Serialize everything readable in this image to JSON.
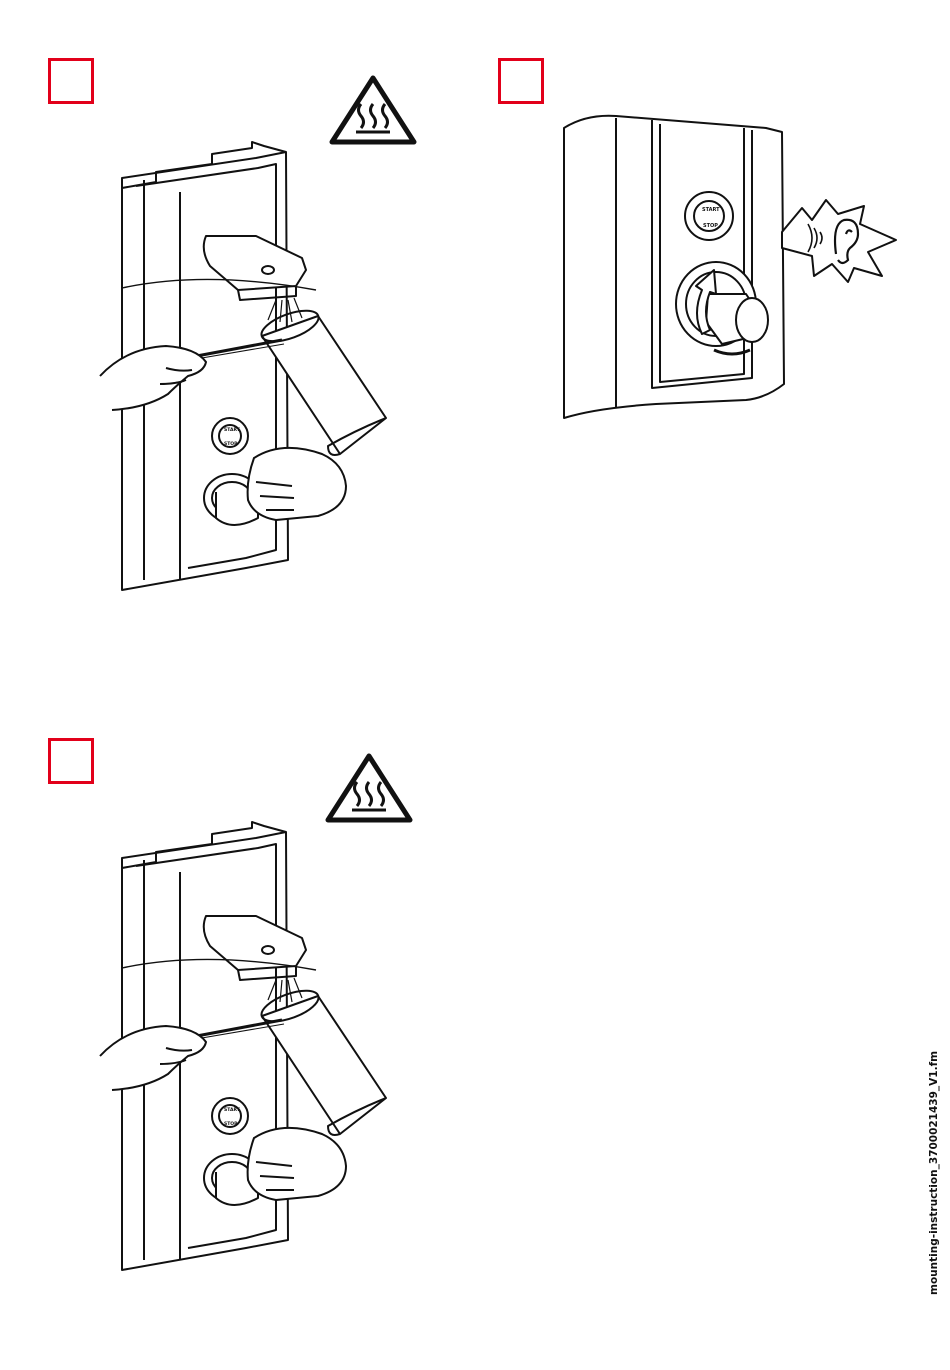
{
  "steps": [
    {
      "id": 1,
      "warning_icon": "hot-surface-warning-icon"
    },
    {
      "id": 2,
      "sound_icon": "ear-sound-icon"
    },
    {
      "id": 3,
      "warning_icon": "hot-surface-warning-icon"
    }
  ],
  "panel_button": {
    "top_label": "START",
    "bottom_label": "STOP"
  },
  "footer": {
    "file_name": "mounting-instruction_3700021439_V1.fm"
  },
  "colors": {
    "step_box": "#e2001a",
    "line": "#111111"
  }
}
